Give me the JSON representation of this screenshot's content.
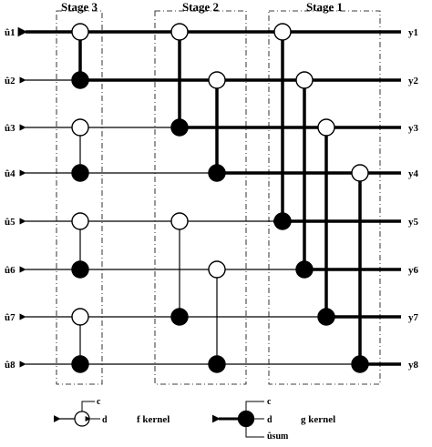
{
  "stages": [
    "Stage 3",
    "Stage 2",
    "Stage 1"
  ],
  "inputs": [
    "y1",
    "y2",
    "y3",
    "y4",
    "y5",
    "y6",
    "y7",
    "y8"
  ],
  "outputs": [
    "û1",
    "û2",
    "û3",
    "û4",
    "û5",
    "û6",
    "û7",
    "û8"
  ],
  "legend": {
    "f_kernel_label": "f kernel",
    "g_kernel_label": "g kernel",
    "port_c": "c",
    "port_d": "d",
    "port_usum": "ûsum"
  }
}
